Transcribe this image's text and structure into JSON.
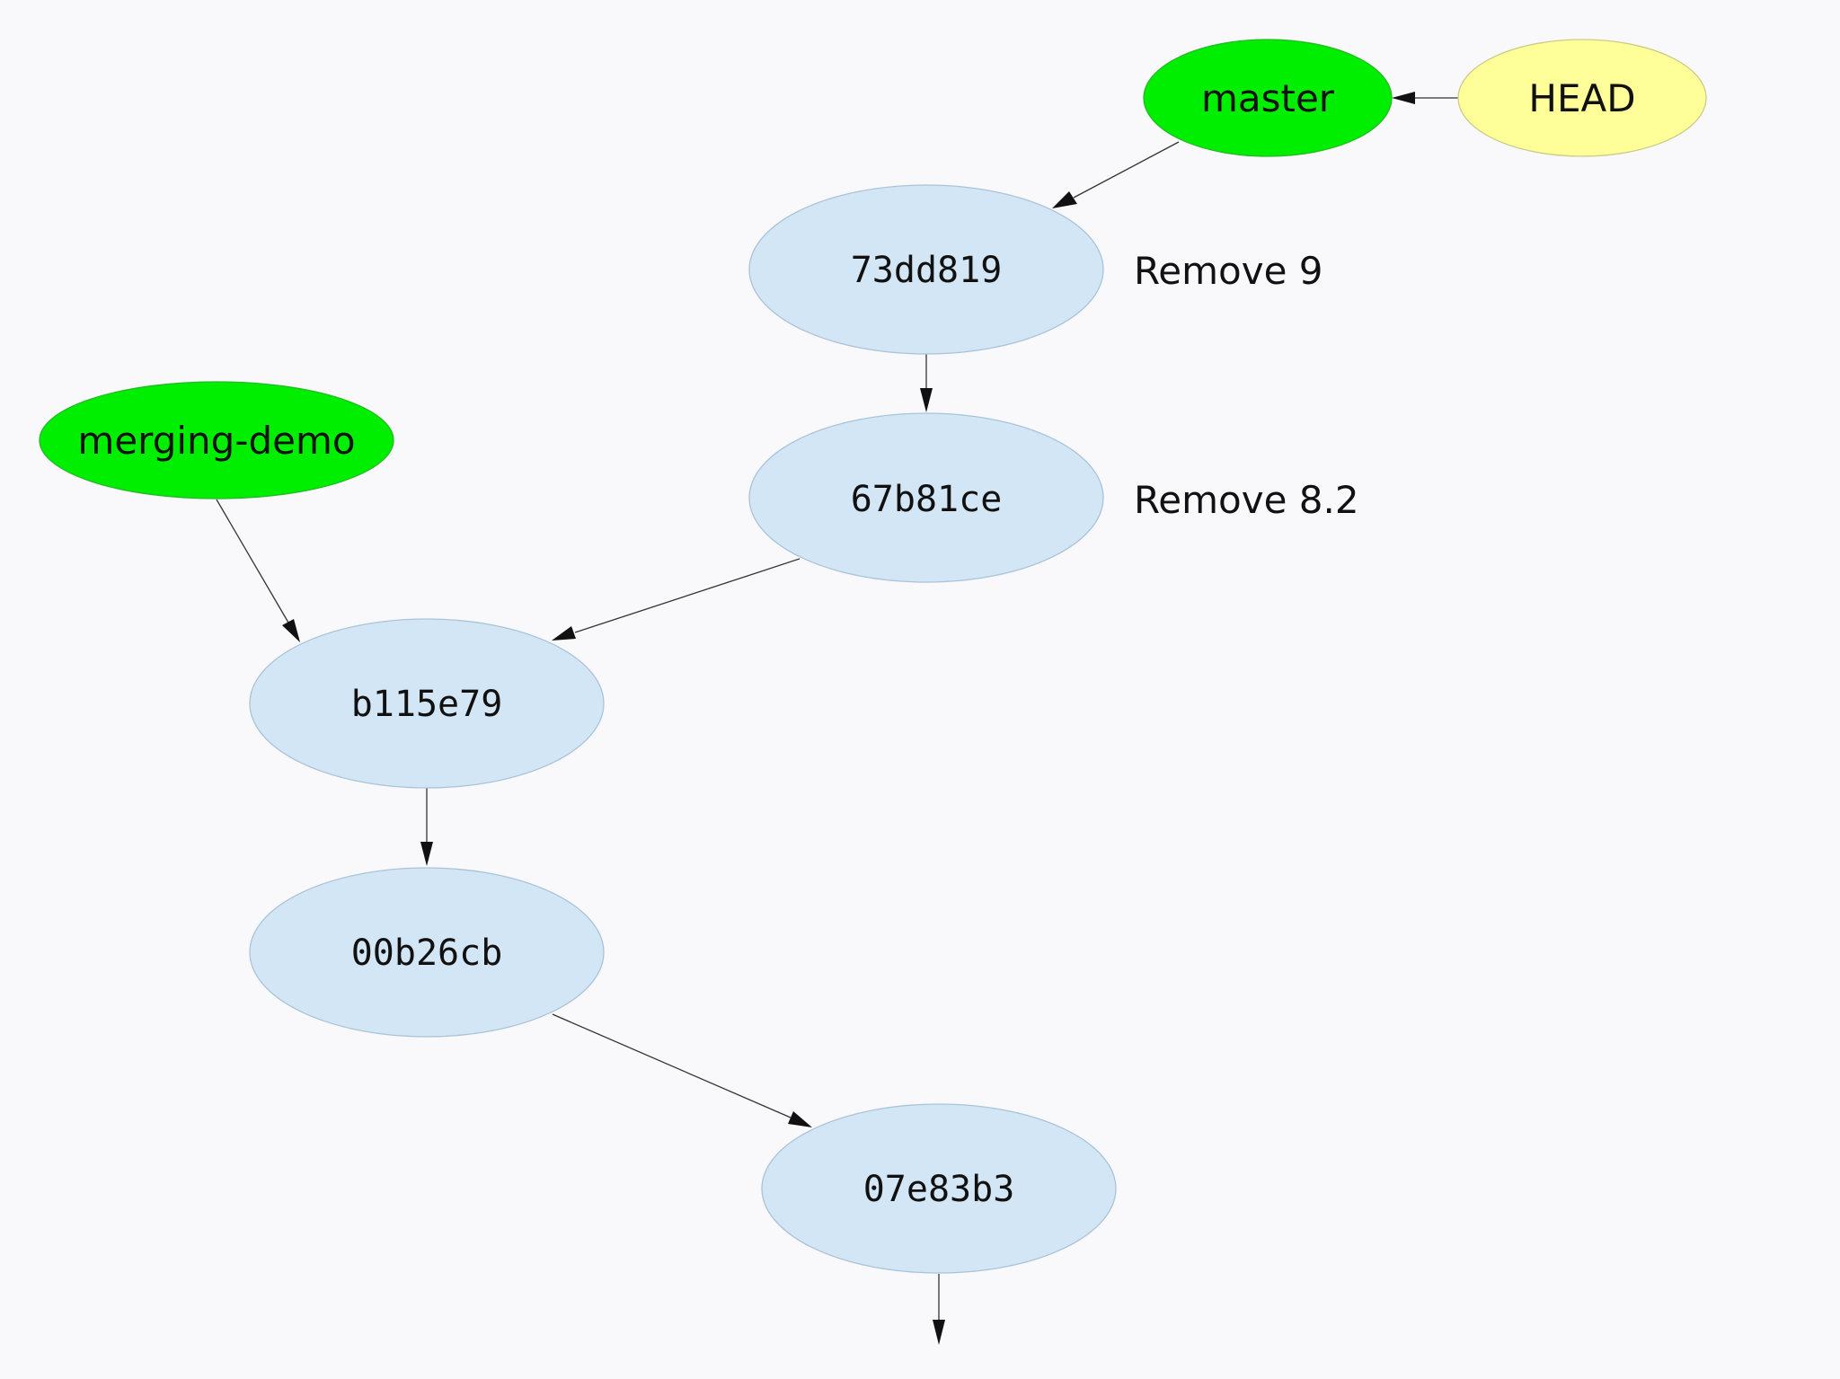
{
  "refs": {
    "head": "HEAD",
    "master": "master",
    "merging_demo": "merging-demo"
  },
  "commits": {
    "c73dd819": {
      "hash": "73dd819",
      "message": "Remove 9"
    },
    "c67b81ce": {
      "hash": "67b81ce",
      "message": "Remove 8.2"
    },
    "cb115e79": {
      "hash": "b115e79"
    },
    "c00b26cb": {
      "hash": "00b26cb"
    },
    "c07e83b3": {
      "hash": "07e83b3"
    }
  },
  "colors": {
    "commit_fill": "#d3e6f5",
    "branch_fill": "#00ee00",
    "head_fill": "#ffff99",
    "background": "#f9f9fc"
  }
}
